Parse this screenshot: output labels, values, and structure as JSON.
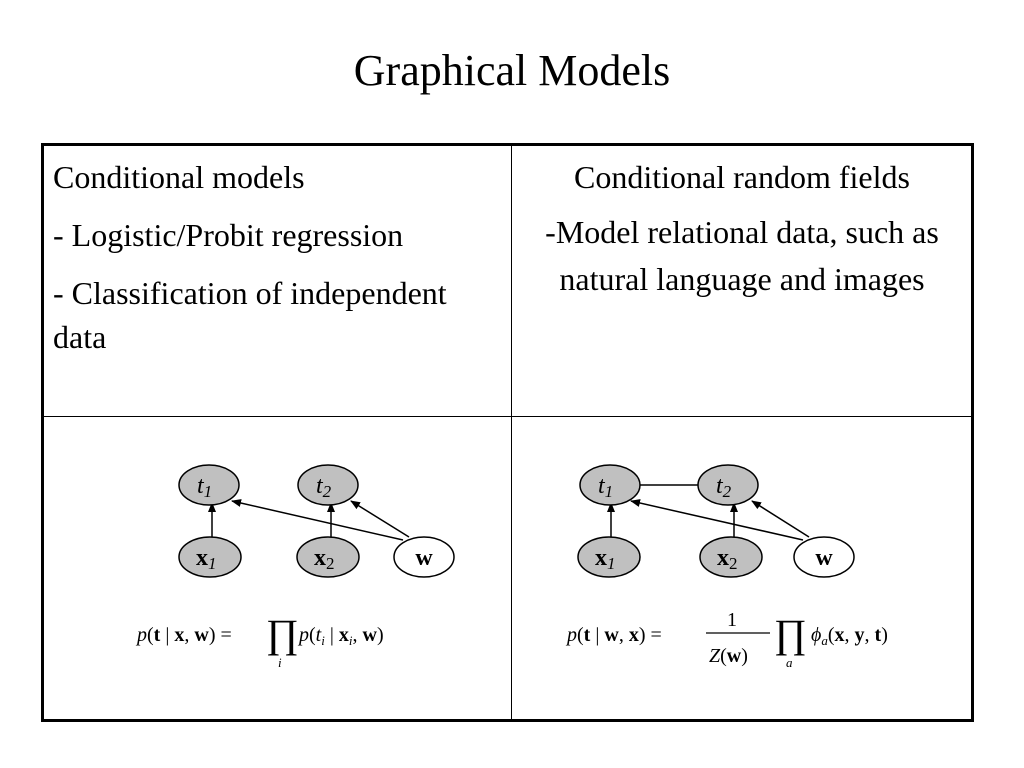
{
  "title": "Graphical Models",
  "left": {
    "heading": "Conditional models",
    "items": [
      "- Logistic/Probit regression",
      "- Classification of independent data"
    ]
  },
  "right": {
    "heading": "Conditional random fields",
    "description": "-Model relational data, such as natural language and images"
  },
  "nodes": {
    "t": "t",
    "x": "x",
    "w": "w",
    "sub1": "1",
    "sub2": "2"
  },
  "colors": {
    "shaded_node": "#c0c0c0",
    "open_node": "#ffffff",
    "line": "#000000"
  }
}
